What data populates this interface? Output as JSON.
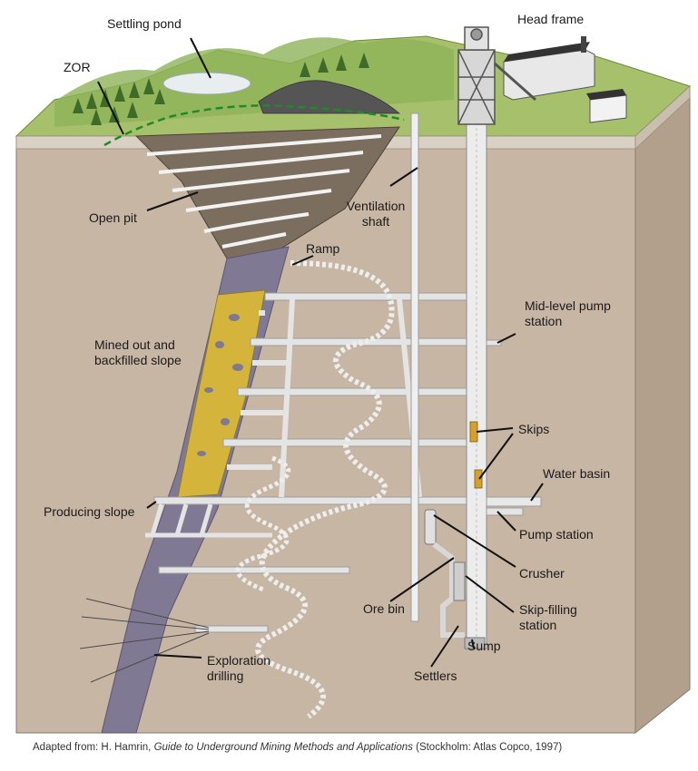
{
  "labels": {
    "settling_pond": "Settling pond",
    "head_frame": "Head frame",
    "zor": "ZOR",
    "open_pit": "Open pit",
    "ventilation_shaft": "Ventilation shaft",
    "ramp": "Ramp",
    "mid_level_pump_station": "Mid-level pump station",
    "mined_out": "Mined out and backfilled slope",
    "skips": "Skips",
    "water_basin": "Water basin",
    "producing_slope": "Producing slope",
    "pump_station": "Pump station",
    "crusher": "Crusher",
    "ore_bin": "Ore bin",
    "skip_filling_station": "Skip-filling station",
    "sump": "Sump",
    "settlers": "Settlers",
    "exploration_drilling": "Exploration drilling"
  },
  "caption": {
    "prefix": "Adapted from: H. Hamrin, ",
    "title": "Guide to Underground Mining Methods and Applications",
    "suffix": " (Stockholm: Atlas Copco, 1997)"
  },
  "colors": {
    "ground": "#c8b6a4",
    "ground_side": "#b3a08c",
    "grass": "#a7c06b",
    "ore_body": "#7f7993",
    "backfill": "#d4b43a",
    "tunnel": "#e4e4e4",
    "zor_line": "#1e8a2a"
  }
}
